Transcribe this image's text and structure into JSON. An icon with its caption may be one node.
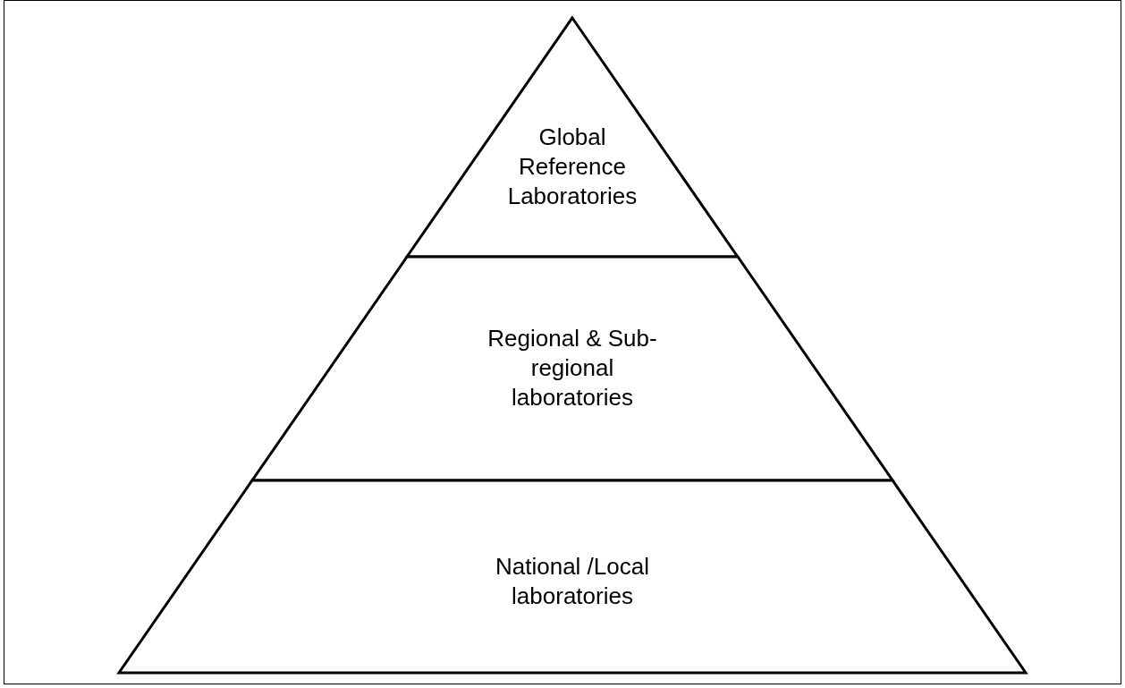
{
  "diagram": {
    "nodes": [
      {
        "text": [
          "Global Reference Laboratories"
        ]
      },
      {
        "text": [
          "Regional & Sub-regional laboratories"
        ]
      },
      {
        "text": [
          "National /Local laboratories"
        ]
      }
    ]
  }
}
